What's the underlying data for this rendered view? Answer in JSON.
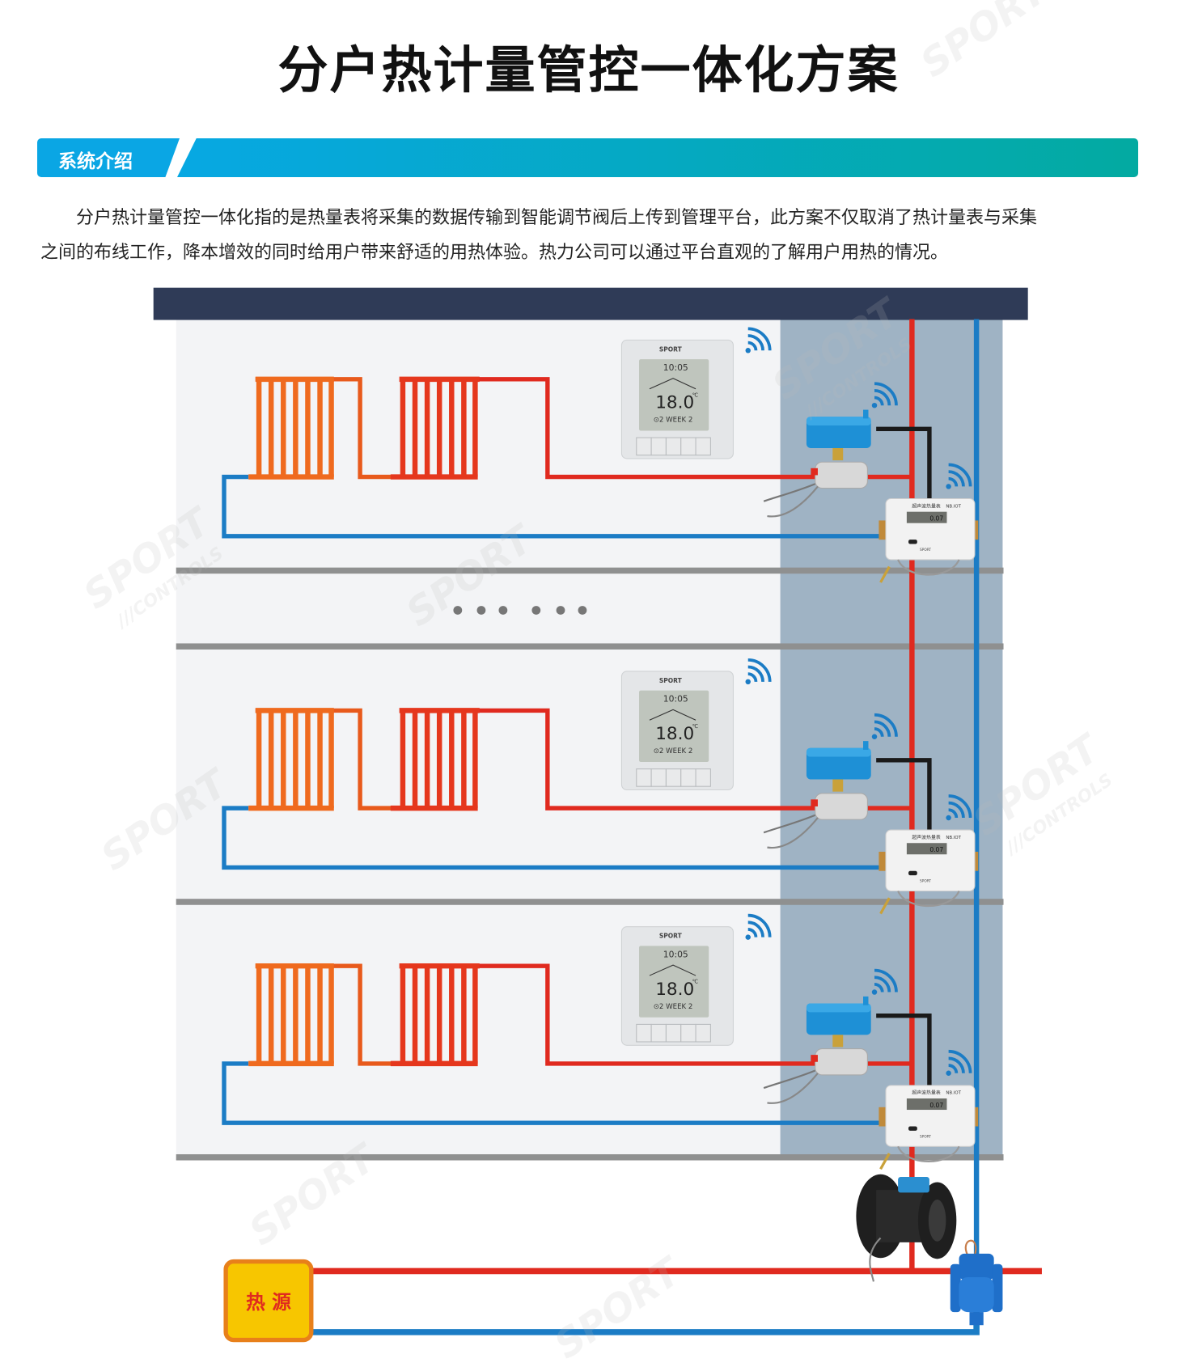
{
  "title": "分户热计量管控一体化方案",
  "section": {
    "label": "系统介绍"
  },
  "intro": {
    "line1": "分户热计量管控一体化指的是热量表将采集的数据传输到智能调节阀后上传到管理平台，此方案不仅取消了热计量表与采集",
    "line2": "之间的布线工作，降本增效的同时给用户带来舒适的用热体验。热力公司可以通过平台直观的了解用户用热的情况。"
  },
  "thermostat": {
    "brand": "SPORT",
    "time": "10:05",
    "temperature": "18.0",
    "unit": "℃",
    "program": "⊙2 WEEK 2"
  },
  "heat_meter": {
    "name": "超声波热量表",
    "protocol": "NB.IOT",
    "reading": "0.07",
    "brand": "SPORT"
  },
  "heat_source": {
    "label": "热 源"
  },
  "ellipsis": "• • •   • • •",
  "watermark": {
    "brand": "SPORT",
    "sub": "///CONTROLS"
  },
  "colors": {
    "supply": "#e02a1f",
    "return": "#1b7cc5",
    "roof": "#2f3b57",
    "shaft": "#9fb3c4",
    "wall": "#f3f4f6",
    "radiator": "#ec641d"
  }
}
